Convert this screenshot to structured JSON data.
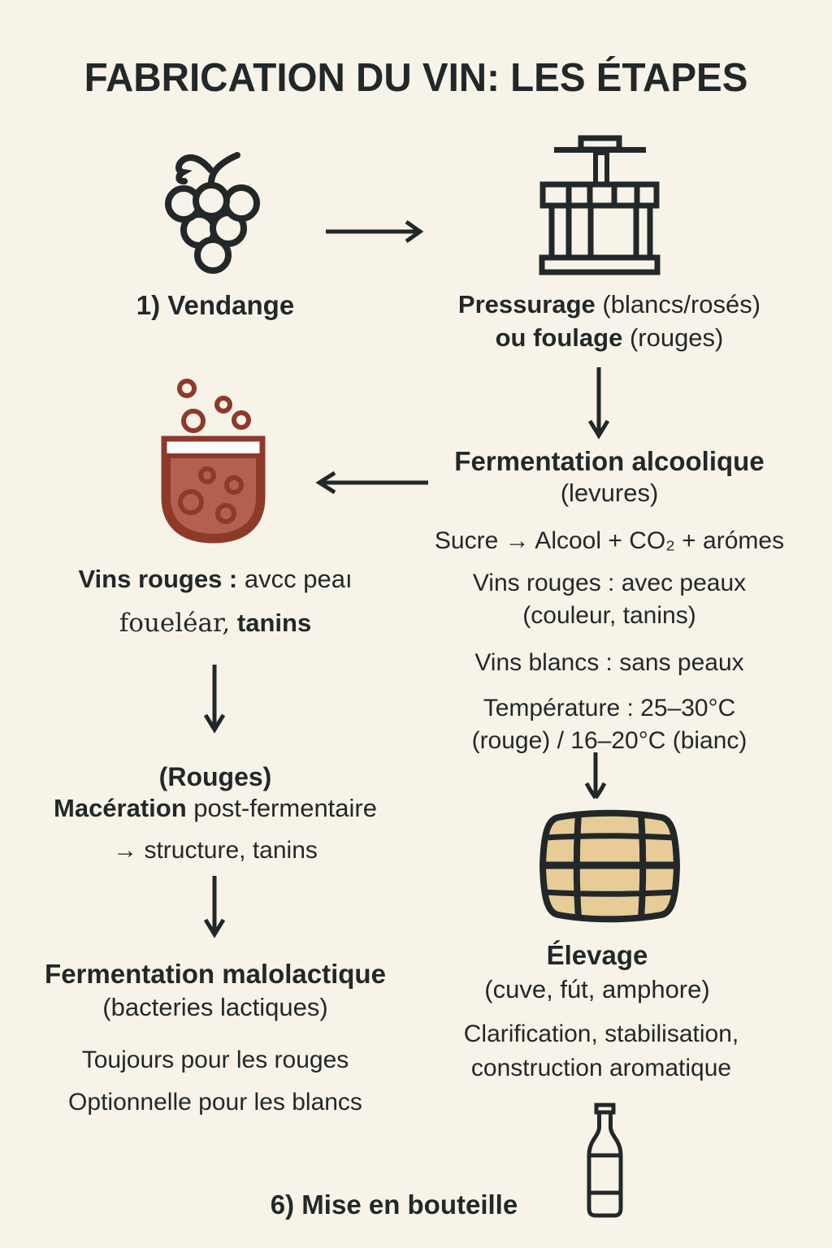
{
  "page": {
    "title": "FABRICATION DU VIN: LES ÉTAPES",
    "background_color": "#f8f3e8",
    "ink_color": "#22282a"
  },
  "colors": {
    "vat_fill": "#b2604f",
    "vat_stroke": "#8e3a2b",
    "barrel_fill": "#e7cc97",
    "ink": "#22282a",
    "white_band": "#ffffff"
  },
  "icons": [
    "grapes-icon",
    "wine-press-icon",
    "fermenting-vat-icon",
    "barrel-icon",
    "wine-bottle-icon",
    "arrow-right-icon",
    "arrow-left-icon",
    "arrow-down-icon"
  ],
  "steps": {
    "vendange": {
      "label": "1) Vendange"
    },
    "pressurage": {
      "bold1": "Pressurage",
      "rest1": " (blancs/rosés)",
      "bold2": "ou foulage",
      "rest2": " (rouges)"
    },
    "fermentation_alcoolique": {
      "title": "Fermentation alcoolique",
      "subtitle": "(levures)",
      "equation": "Sucre → Alcool + CO₂ + arómes",
      "rouges_line1": "Vins rouges : avec peaux",
      "rouges_line2": "(couleur, tanins)",
      "blancs_line": "Vins blancs : sans peaux",
      "temperature_line1": "Température : 25–30°C",
      "temperature_line2": "(rouge) / 16–20°C (bianc)"
    },
    "cuve_rouge": {
      "bold1": "Vins rouges :",
      "rest1": " avcc peaı",
      "serif_word": "foueléar,",
      "bold2": " tanins"
    },
    "maceration": {
      "heading": "(Rouges)",
      "bold": "Macération",
      "rest": " post-fermentaire",
      "result_line": "→ structure, tanins"
    },
    "fermentation_malolactique": {
      "title": "Fermentation malolactique",
      "subtitle": "(bacteries lactiques)",
      "line1": "Toujours pour les rouges",
      "line2": "Optionnelle pour les blancs"
    },
    "elevage": {
      "title": "Élevage",
      "subtitle": "(cuve, fút, amphore)",
      "line1": "Clarification, stabilisation,",
      "line2": "construction aromatique"
    },
    "mise_en_bouteille": {
      "label": "6) Mise en bouteille"
    }
  }
}
